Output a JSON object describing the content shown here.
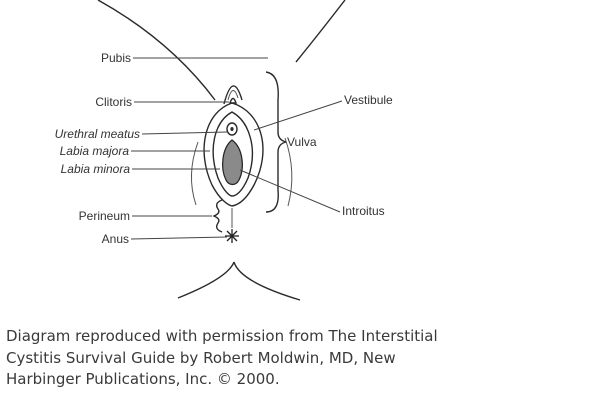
{
  "diagram": {
    "labels": {
      "pubis": "Pubis",
      "clitoris": "Clitoris",
      "urethral_meatus": "Urethral meatus",
      "labia_majora": "Labia majora",
      "labia_minora": "Labia minora",
      "perineum": "Perineum",
      "anus": "Anus",
      "vestibule": "Vestibule",
      "vulva": "Vulva",
      "introitus": "Introitus"
    }
  },
  "caption": {
    "line1": "Diagram reproduced with permission from The Interstitial",
    "line2": "Cystitis Survival Guide by Robert Moldwin, MD, New",
    "line3": "Harbinger Publications, Inc. © 2000."
  }
}
